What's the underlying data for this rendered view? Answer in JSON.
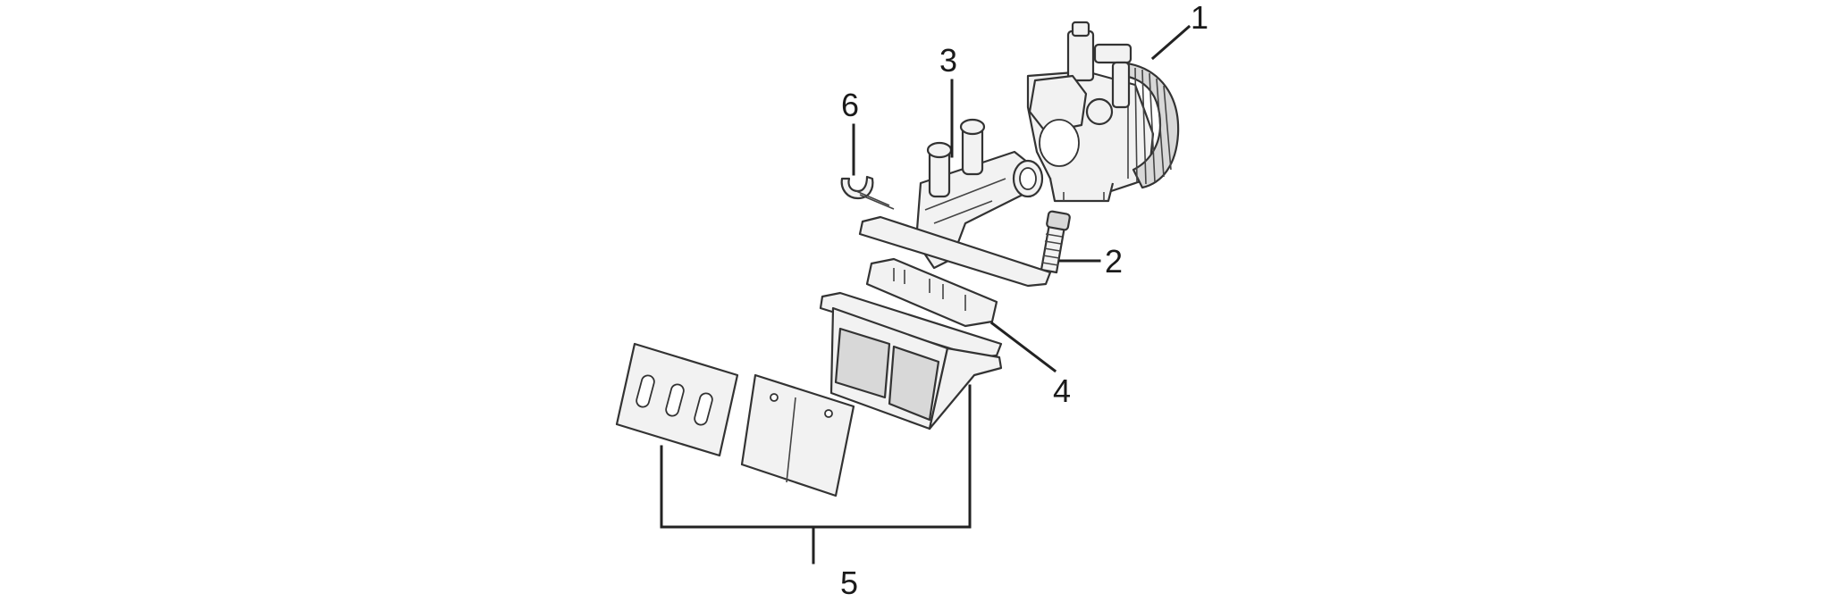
{
  "callouts": {
    "c1": "1",
    "c2": "2",
    "c3": "3",
    "c4": "4",
    "c5": "5",
    "c6": "6"
  },
  "colors": {
    "line": "#222222",
    "part_fill": "#f2f2f2",
    "part_shade": "#d8d8d8",
    "background": "#ffffff"
  }
}
